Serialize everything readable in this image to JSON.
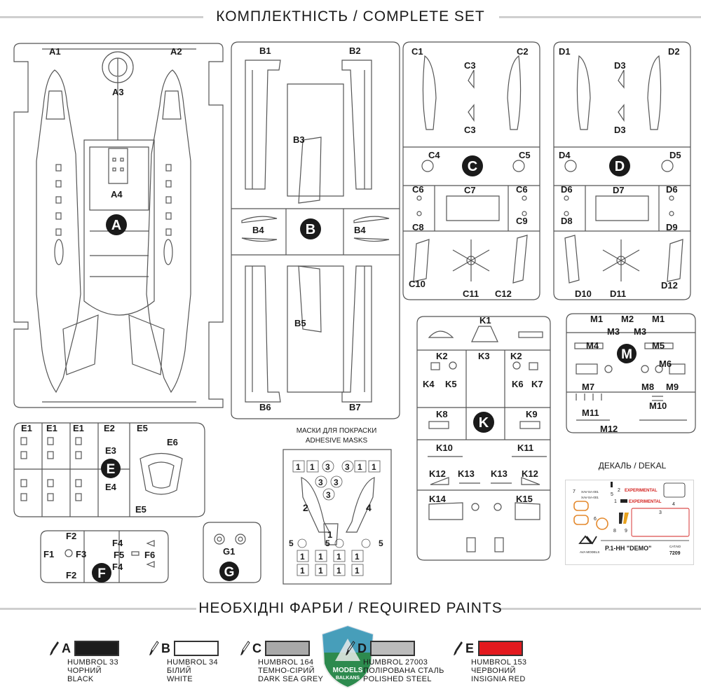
{
  "header": {
    "title": "КОМПЛЕКТНІСТЬ / COMPLETE SET"
  },
  "sprues": {
    "A": {
      "letter": "A",
      "parts": [
        "A1",
        "A2",
        "A3",
        "A4"
      ]
    },
    "B": {
      "letter": "B",
      "parts": [
        "B1",
        "B2",
        "B3",
        "B4",
        "B4",
        "B5",
        "B6",
        "B7"
      ]
    },
    "C": {
      "letter": "C",
      "parts": [
        "C1",
        "C2",
        "C3",
        "C3",
        "C4",
        "C5",
        "C6",
        "C6",
        "C7",
        "C8",
        "C9",
        "C10",
        "C11",
        "C12"
      ]
    },
    "D": {
      "letter": "D",
      "parts": [
        "D1",
        "D2",
        "D3",
        "D3",
        "D4",
        "D5",
        "D6",
        "D6",
        "D7",
        "D8",
        "D9",
        "D10",
        "D11",
        "D12"
      ]
    },
    "E": {
      "letter": "E",
      "parts": [
        "E1",
        "E1",
        "E1",
        "E2",
        "E5",
        "E3",
        "E6",
        "E4",
        "E5"
      ]
    },
    "F": {
      "letter": "F",
      "parts": [
        "F2",
        "F1",
        "F3",
        "F4",
        "F5",
        "F6",
        "F4",
        "F2"
      ]
    },
    "G": {
      "letter": "G",
      "parts": [
        "G1"
      ]
    },
    "K": {
      "letter": "K",
      "parts": [
        "K1",
        "K2",
        "K3",
        "K2",
        "K4",
        "K5",
        "K6",
        "K7",
        "K8",
        "K9",
        "K10",
        "K11",
        "K12",
        "K13",
        "K13",
        "K12",
        "K14",
        "K15"
      ]
    },
    "M": {
      "letter": "M",
      "parts": [
        "M1",
        "M2",
        "M1",
        "M3",
        "M3",
        "M4",
        "M5",
        "M6",
        "M7",
        "M8",
        "M9",
        "M10",
        "M11",
        "M12"
      ]
    }
  },
  "masks": {
    "title_line1": "МАСКИ ДЛЯ ПОКРАСКИ",
    "title_line2": "ADHESIVE MASKS",
    "n1": "1",
    "n2": "2",
    "n3": "3",
    "n4": "4",
    "n5": "5"
  },
  "decal": {
    "title": "ДЕКАЛЬ / DEKAL",
    "text_experimental": "EXPERIMENTAL",
    "text_code": "XAV-SA-001",
    "text_name": "P.1-HH \"DEMO\"",
    "text_brand": "AVA MODELS",
    "text_cat": "CAT.NO",
    "text_catno": "7209",
    "numbers": [
      "7",
      "5",
      "2",
      "1",
      "4",
      "3",
      "6",
      "8",
      "9"
    ]
  },
  "paints_section": {
    "title": "НЕОБХІДНІ ФАРБИ / REQUIRED PAINTS"
  },
  "paints": [
    {
      "letter": "A",
      "color": "#1c1c1c",
      "code": "HUMBROL 33",
      "ua": "ЧОРНИЙ",
      "en": "BLACK"
    },
    {
      "letter": "B",
      "color": "#ffffff",
      "code": "HUMBROL 34",
      "ua": "БІЛИЙ",
      "en": "WHITE"
    },
    {
      "letter": "C",
      "color": "#a9a9a9",
      "code": "HUMBROL 164",
      "ua": "ТЕМНО-СІРИЙ",
      "en": "DARK SEA GREY"
    },
    {
      "letter": "D",
      "color": "#bcbcbc",
      "code": "HUMBROL 27003",
      "ua": "ПОЛІРОВАНА СТАЛЬ",
      "en": "POLISHED STEEL"
    },
    {
      "letter": "E",
      "color": "#e3191e",
      "code": "HUMBROL 153",
      "ua": "ЧЕРВОНИЙ",
      "en": "INSIGNIA RED"
    }
  ],
  "watermark": {
    "text1": "MODELS",
    "text2": "BALKANS"
  }
}
